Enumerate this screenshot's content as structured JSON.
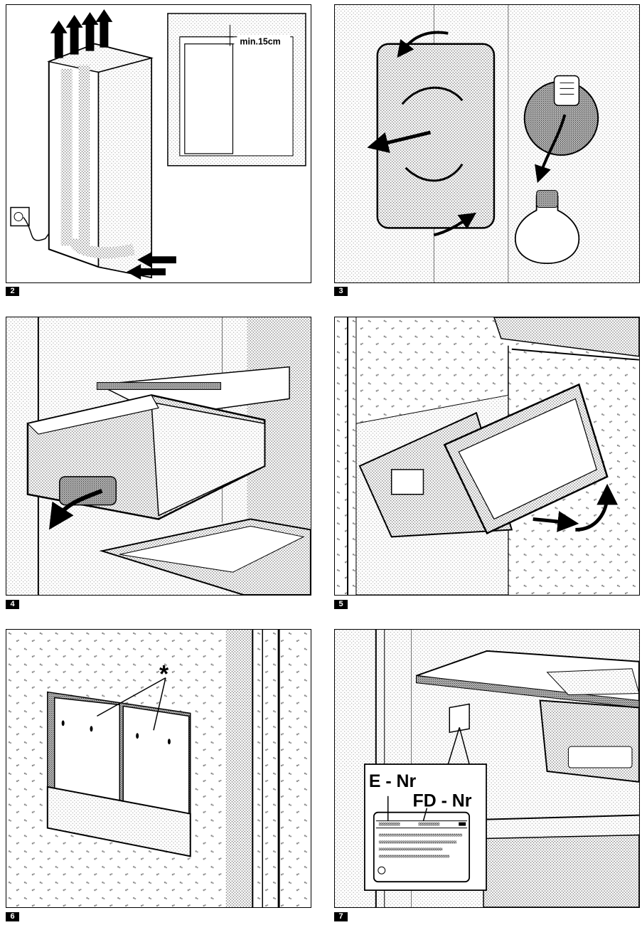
{
  "figures": [
    {
      "number": "2",
      "annotation": "min.15cm"
    },
    {
      "number": "3"
    },
    {
      "number": "4"
    },
    {
      "number": "5"
    },
    {
      "number": "6",
      "annotation": "*"
    },
    {
      "number": "7",
      "labels": [
        "E - Nr",
        "FD - Nr"
      ]
    }
  ],
  "colors": {
    "line": "#000000",
    "background": "#ffffff",
    "screen": "#b5b5b5"
  }
}
